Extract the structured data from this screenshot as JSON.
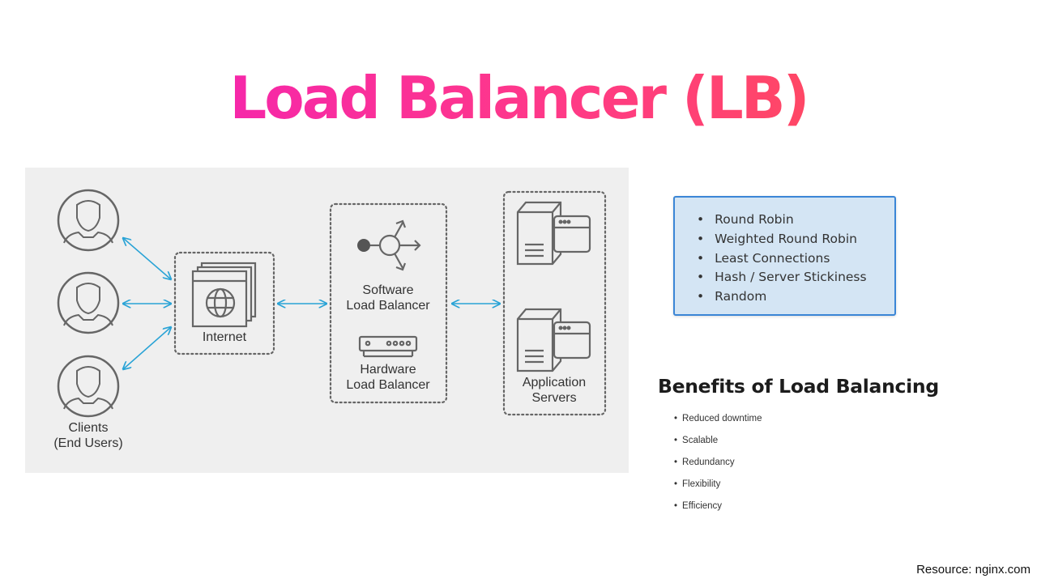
{
  "title": "Load Balancer (LB)",
  "diagram": {
    "clients_label_line1": "Clients",
    "clients_label_line2": "(End Users)",
    "internet_label": "Internet",
    "software_lb_line1": "Software",
    "software_lb_line2": "Load Balancer",
    "hardware_lb_line1": "Hardware",
    "hardware_lb_line2": "Load Balancer",
    "app_servers_line1": "Application",
    "app_servers_line2": "Servers"
  },
  "algorithms": [
    "Round Robin",
    "Weighted Round Robin",
    "Least Connections",
    "Hash / Server Stickiness",
    "Random"
  ],
  "benefits_title": "Benefits of Load Balancing",
  "benefits": [
    "Reduced downtime",
    "Scalable",
    "Redundancy",
    "Flexibility",
    "Efficiency"
  ],
  "resource": "Resource: nginx.com",
  "colors": {
    "arrow": "#29a3d6",
    "icon_stroke": "#666666",
    "panel_bg": "#efefef",
    "algo_box_bg": "#d4e5f4",
    "algo_box_border": "#3b86d6"
  }
}
